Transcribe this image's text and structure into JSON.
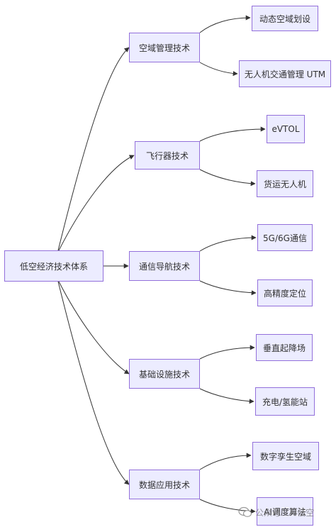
{
  "root": {
    "label": "低空经济技术体系"
  },
  "categories": [
    {
      "label": "空域管理技术",
      "leaves": [
        "动态空域划设",
        "无人机交通管理 UTM"
      ]
    },
    {
      "label": "飞行器技术",
      "leaves": [
        "eVTOL",
        "货运无人机"
      ]
    },
    {
      "label": "通信导航技术",
      "leaves": [
        "5G/6G通信",
        "高精度定位"
      ]
    },
    {
      "label": "基础设施技术",
      "leaves": [
        "垂直起降场",
        "充电/氢能站"
      ]
    },
    {
      "label": "数据应用技术",
      "leaves": [
        "数字孪生空域",
        "AI调度算法"
      ]
    }
  ],
  "watermark": {
    "text": "公众号 · AI低空",
    "icon": "wechat-icon"
  },
  "colors": {
    "node_fill": "#ECECFF",
    "node_border": "#9370DB",
    "edge": "#333333",
    "text": "#333333"
  }
}
